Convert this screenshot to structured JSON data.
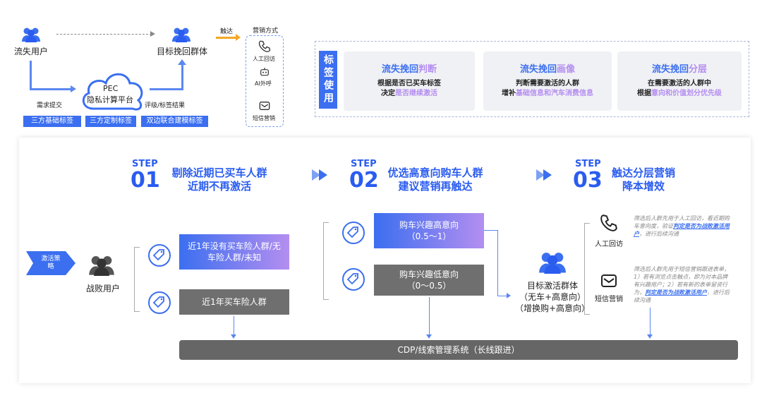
{
  "top": {
    "lost_users": "流失用户",
    "target_group": "目标挽回群体",
    "reach": "触达",
    "marketing_method": "营销方式",
    "demand_submit": "需求提交",
    "pec_line1": "PEC",
    "pec_line2": "隐私计算平台",
    "rating_result": "评级/标签结果",
    "tag_bars": [
      "三方基础标签",
      "三方定制标签",
      "双边联合建模标签"
    ],
    "methods": [
      "人工回访",
      "AI外呼",
      "短信营销"
    ]
  },
  "tag_use": {
    "vertical_label": "标签使用",
    "cards": [
      {
        "title_a": "流失挽回",
        "title_b": "判断",
        "line1": "根据是否已买车标签",
        "line2_a": "决定",
        "line2_b": "是否继续激活",
        "line2_c": ""
      },
      {
        "title_a": "流失挽回",
        "title_b": "画像",
        "line1": "判断需要激活的人群",
        "line2_a": "增补",
        "line2_b": "基础信息和汽车消费信息",
        "line2_c": ""
      },
      {
        "title_a": "流失挽回",
        "title_b": "分层",
        "line1": "在需要激活的人群中",
        "line2_a": "根据",
        "line2_b": "意向和价值划分优先级",
        "line2_c": ""
      }
    ]
  },
  "steps": [
    {
      "label": "STEP",
      "num": "01",
      "title_l1": "剔除近期已买车人群",
      "title_l2": "近期不再激活"
    },
    {
      "label": "STEP",
      "num": "02",
      "title_l1": "优选高意向购车人群",
      "title_l2": "建议营销再触达"
    },
    {
      "label": "STEP",
      "num": "03",
      "title_l1": "触达分层营销",
      "title_l2": "降本增效"
    }
  ],
  "strategy": {
    "badge": "激活策略",
    "defeated_users": "战败用户",
    "seg1_a": "近1年没有买车险人群/无车险人群/未知",
    "seg1_b": "近1年买车险人群",
    "seg2_a_l1": "购车兴趣高意向",
    "seg2_a_l2": "（0.5～1）",
    "seg2_b_l1": "购车兴趣低意向",
    "seg2_b_l2": "（0～0.5）",
    "target_l1": "目标激活群体",
    "target_l2": "（无车+高意向）",
    "target_l3": "（增换购+高意向）",
    "manual_call": "人工回访",
    "sms": "短信营销",
    "desc1_a": "筛选后人群先用于人工回访，看近期购车意向度，验证",
    "desc1_em": "判定是否为战败激活用户",
    "desc1_b": "，进行后续沟通",
    "desc2_a": "筛选后人群先用于短信营销跟进表单，1）若有浏览点击触点，即为对本品牌有兴趣用户；2）若有新的表单留资行为，",
    "desc2_em": "判定是否为战败激活用户",
    "desc2_b": "，进行后续沟通",
    "cdp_bar": "CDP/线索管理系统（长线跟进）"
  },
  "colors": {
    "primary": "#3b6ff0",
    "purple": "#b48ef0",
    "gray": "#6f6f6f",
    "dark_bar": "#666666"
  }
}
